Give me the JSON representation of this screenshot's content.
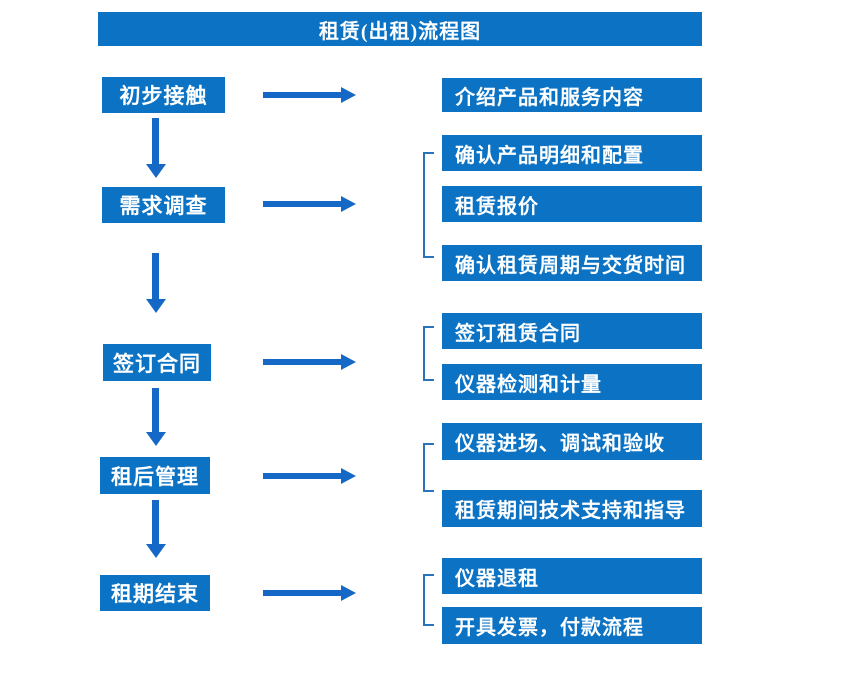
{
  "title": "租赁(出租)流程图",
  "colors": {
    "box_blue": "#0b72c4",
    "arrow_blue": "#1568c6",
    "bracket_blue": "#2a72ba",
    "text_white": "#ffffff"
  },
  "steps": [
    {
      "label": "初步接触",
      "details": [
        "介绍产品和服务内容"
      ]
    },
    {
      "label": "需求调查",
      "details": [
        "确认产品明细和配置",
        "租赁报价",
        "确认租赁周期与交货时间"
      ]
    },
    {
      "label": "签订合同",
      "details": [
        "签订租赁合同",
        "仪器检测和计量"
      ]
    },
    {
      "label": "租后管理",
      "details": [
        "仪器进场、调试和验收",
        "租赁期间技术支持和指导"
      ]
    },
    {
      "label": "租期结束",
      "details": [
        "仪器退租",
        "开具发票，付款流程"
      ]
    }
  ]
}
